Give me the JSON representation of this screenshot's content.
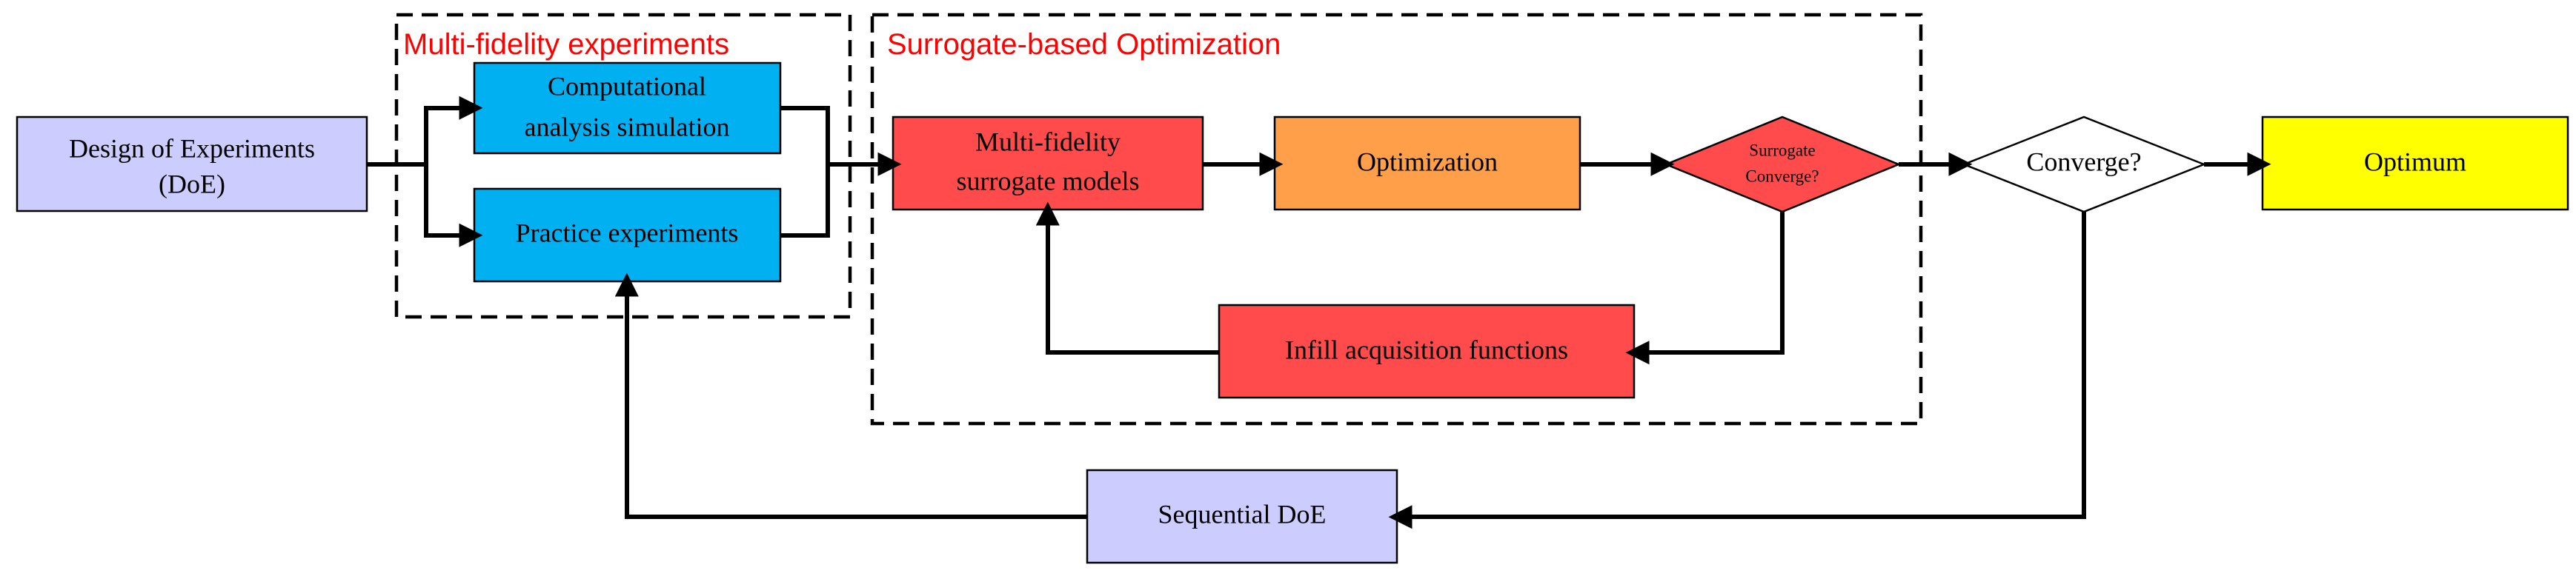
{
  "colors": {
    "doe": "#ccccff",
    "experiment": "#00b0f0",
    "surrogate": "#ff4b4b",
    "optimization": "#ff9f4a",
    "optimum": "#ffff00",
    "group_title": "#ff0000"
  },
  "groups": {
    "multi_fidelity_title": "Multi-fidelity experiments",
    "surrogate_opt_title": "Surrogate-based Optimization"
  },
  "nodes": {
    "doe": {
      "line1": "Design of Experiments",
      "line2": "(DoE)"
    },
    "computational": {
      "line1": "Computational",
      "line2": "analysis simulation"
    },
    "practice": {
      "label": "Practice experiments"
    },
    "mf_surrogate": {
      "line1": "Multi-fidelity",
      "line2": "surrogate models"
    },
    "optimization": {
      "label": "Optimization"
    },
    "surrogate_converge": {
      "line1": "Surrogate",
      "line2": "Converge?"
    },
    "infill": {
      "label": "Infill acquisition functions"
    },
    "converge": {
      "label": "Converge?"
    },
    "optimum": {
      "label": "Optimum"
    },
    "sequential_doe": {
      "label": "Sequential DoE"
    }
  }
}
